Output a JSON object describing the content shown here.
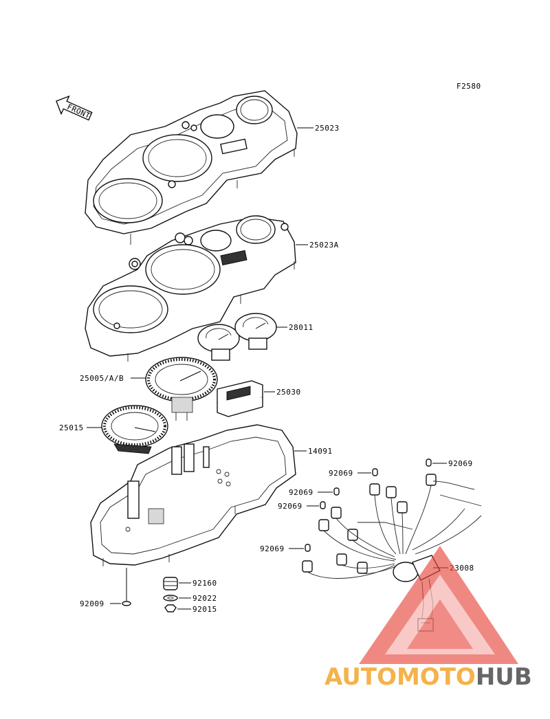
{
  "figure_code": "F2580",
  "front_label": "FRONT",
  "parts": {
    "meter_cover": "25023",
    "meter_case_upper": "25023A",
    "fuel_temp_gauge": "28011",
    "speedometer": "25005/A/B",
    "indicator_unit": "25030",
    "tachometer": "25015",
    "meter_case_lower": "14091",
    "bulb_a": "92069",
    "bulb_b": "92069",
    "bulb_c": "92069",
    "bulb_d": "92069",
    "bulb_e": "92069",
    "damper": "92160",
    "washer": "92022",
    "nut": "92015",
    "screw": "92009",
    "harness": "23008"
  },
  "watermark": {
    "part1": "AUTOMOTO",
    "part2": "HUB",
    "color1": "#f4b24a",
    "color2": "#666666",
    "triangle_color": "#e8463c"
  }
}
